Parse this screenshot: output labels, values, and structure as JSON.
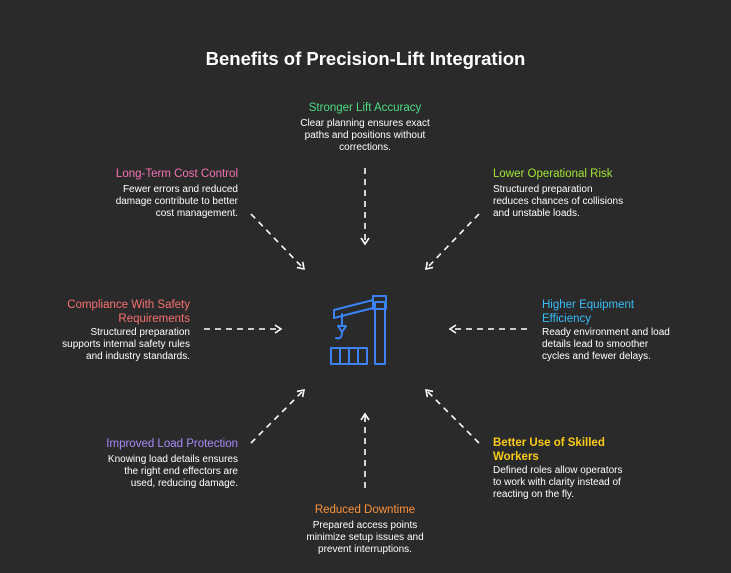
{
  "title": "Benefits of Precision-Lift Integration",
  "center_icon": "crane-icon",
  "benefits": [
    {
      "heading": "Stronger Lift Accuracy",
      "color": "#4ade80",
      "body": [
        "Clear planning ensures exact",
        "paths and positions without",
        "corrections."
      ]
    },
    {
      "heading": "Lower Operational Risk",
      "color": "#a3e635",
      "body": [
        "Structured preparation",
        "reduces chances of collisions",
        "and unstable loads."
      ]
    },
    {
      "heading": [
        "Higher Equipment",
        "Efficiency"
      ],
      "color": "#38bdf8",
      "body": [
        "Ready environment and load",
        "details lead to smoother",
        "cycles and fewer delays."
      ]
    },
    {
      "heading": [
        "Better Use of Skilled",
        "Workers"
      ],
      "color": "#facc15",
      "body": [
        "Defined roles allow operators",
        "to work with clarity instead of",
        "reacting on the fly."
      ]
    },
    {
      "heading": "Reduced Downtime",
      "color": "#fb923c",
      "body": [
        "Prepared access points",
        "minimize setup issues and",
        "prevent interruptions."
      ]
    },
    {
      "heading": "Improved Load Protection",
      "color": "#a78bfa",
      "body": [
        "Knowing load details ensures",
        "the right end effectors are",
        "used, reducing damage."
      ]
    },
    {
      "heading": [
        "Compliance With Safety",
        "Requirements"
      ],
      "color": "#f87171",
      "body": [
        "Structured preparation",
        "supports internal safety rules",
        "and industry standards."
      ]
    },
    {
      "heading": "Long-Term Cost Control",
      "color": "#f472b6",
      "body": [
        "Fewer errors and reduced",
        "damage contribute to better",
        "cost management."
      ]
    }
  ]
}
